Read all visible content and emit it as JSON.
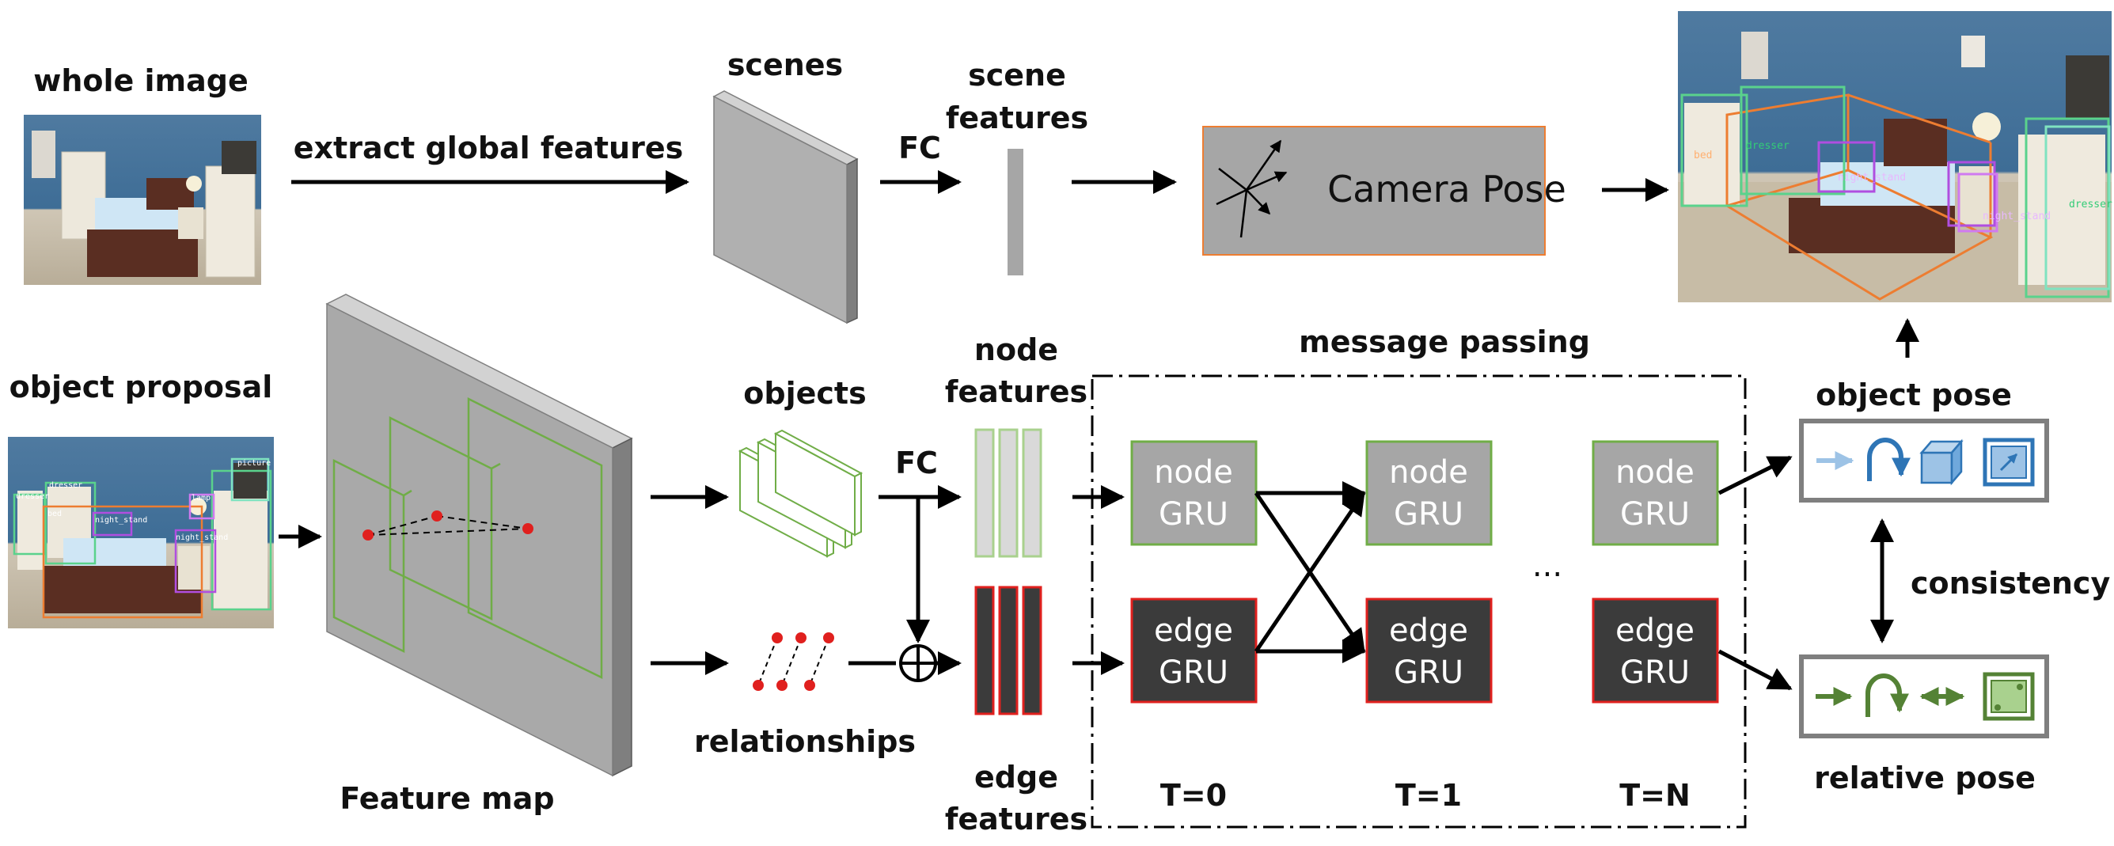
{
  "labels": {
    "whole_image": "whole image",
    "extract_global_features": "extract global features",
    "scenes": "scenes",
    "fc_top": "FC",
    "scene_features_1": "scene",
    "scene_features_2": "features",
    "camera_pose": "Camera Pose",
    "object_proposal": "object proposal",
    "feature_map": "Feature map",
    "objects": "objects",
    "fc_bottom": "FC",
    "relationships": "relationships",
    "node_features_1": "node",
    "node_features_2": "features",
    "edge_features_1": "edge",
    "edge_features_2": "features",
    "message_passing": "message passing",
    "ellipsis": "...",
    "object_pose": "object pose",
    "consistency": "consistency",
    "relative_pose": "relative pose"
  },
  "gru_blocks": {
    "node_line1": "node",
    "node_line2": "GRU",
    "edge_line1": "edge",
    "edge_line2": "GRU"
  },
  "timesteps": [
    "T=0",
    "T=1",
    "T=N"
  ],
  "image_tags": {
    "output": [
      "dresser",
      "night_stand",
      "night_stand",
      "dresser",
      "bed"
    ],
    "proposal": [
      "picture",
      "dresser",
      "dresser",
      "lamp",
      "night_stand",
      "night_stand",
      "bed"
    ]
  },
  "colors": {
    "green": "#70ad47",
    "red": "#e0201e",
    "dark_gray": "#3b3b3b",
    "light_gray": "#a6a6a6",
    "orange": "#ed7d31",
    "blue_icon": "#2e75b6",
    "green_icon": "#548235",
    "panel_border": "#7f7f7f"
  }
}
